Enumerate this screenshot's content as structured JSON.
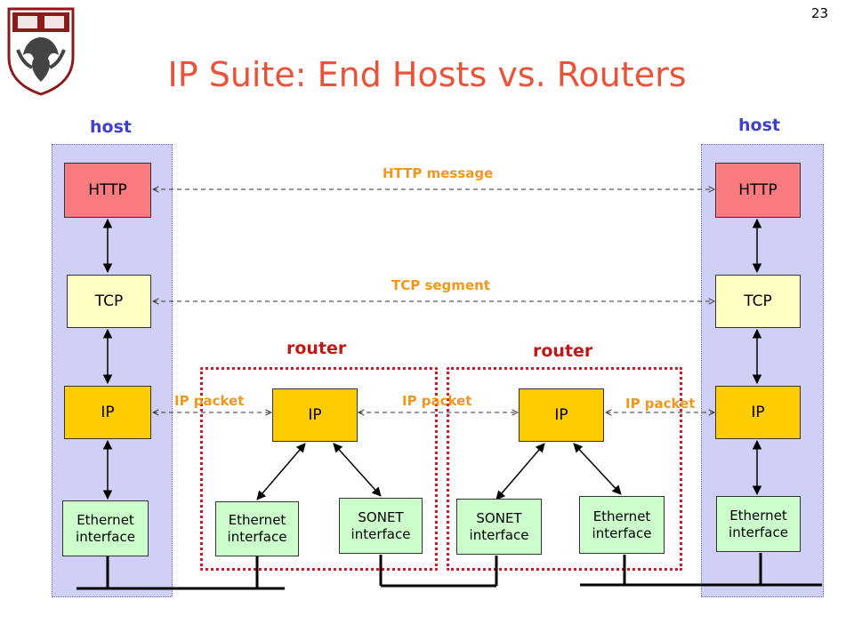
{
  "slide_number": "23",
  "title": "IP Suite: End Hosts vs. Routers",
  "labels": {
    "host_left": "host",
    "host_right": "host",
    "router_left": "router",
    "router_right": "router"
  },
  "layers": {
    "http": "HTTP",
    "tcp": "TCP",
    "ip": "IP",
    "ethernet": "Ethernet interface",
    "sonet": "SONET interface"
  },
  "flows": {
    "http_message": "HTTP message",
    "tcp_segment": "TCP segment",
    "ip_packet": "IP packet"
  },
  "colors": {
    "title": "#e8533a",
    "host_label": "#4040d0",
    "router_label": "#c01818",
    "flow_label": "#f0981e",
    "http_box": "#f87b7f",
    "tcp_box": "#ffffc4",
    "ip_box": "#ffcc00",
    "interface_box": "#ccffcc",
    "host_panel": "#d0d0f6"
  },
  "logo": {
    "icon": "university-seal-icon"
  }
}
